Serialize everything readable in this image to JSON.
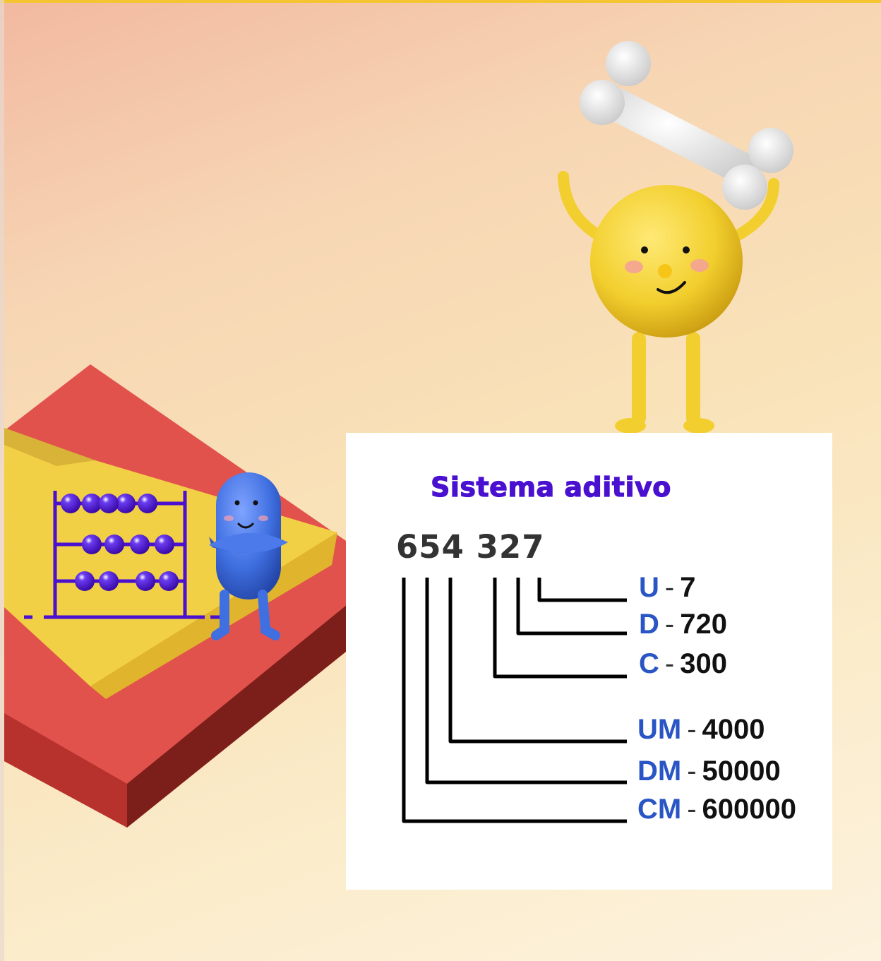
{
  "card": {
    "title": "Sistema aditivo",
    "number": "654 327"
  },
  "rows": [
    {
      "abbr": "U",
      "separator": "-",
      "value": "7"
    },
    {
      "abbr": "D",
      "separator": "-",
      "value": "720"
    },
    {
      "abbr": "C",
      "separator": "-",
      "value": "300"
    },
    {
      "abbr": "UM",
      "separator": "-",
      "value": "4000"
    },
    {
      "abbr": "DM",
      "separator": "-",
      "value": "50000"
    },
    {
      "abbr": "CM",
      "separator": "-",
      "value": "600000"
    }
  ],
  "colors": {
    "title": "#4a10cf",
    "abbreviation": "#2a55c4",
    "value": "#111111",
    "top_bar": "#f5c531",
    "block_red": "#e2524c",
    "block_yellow": "#f2d046",
    "abacus": "#4a10cf",
    "blue_character": "#3f6fe0",
    "yellow_character": "#f2cf2e",
    "bone": "#e6e6e6"
  },
  "icons": [
    "abacus-icon",
    "blue-character-illustration",
    "yellow-character-illustration",
    "bone-illustration",
    "block-illustration"
  ]
}
